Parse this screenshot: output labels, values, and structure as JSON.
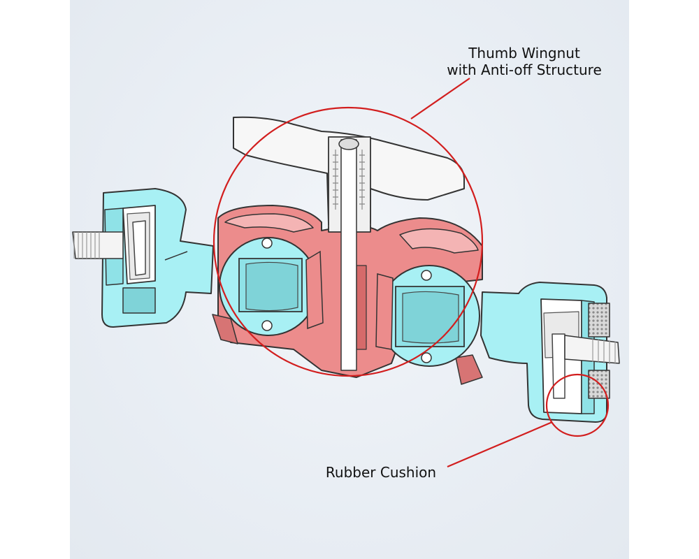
{
  "callouts": {
    "wingnut": {
      "line1": "Thumb Wingnut",
      "line2": "with Anti-off Structure"
    },
    "cushion": {
      "label": "Rubber Cushion"
    }
  },
  "colors": {
    "clamp_arm": "#a8f0f4",
    "clamp_outline": "#333333",
    "body_center": "#ec8c8c",
    "thumb_nut": "#f7f7f7",
    "rubber_pad": "#cfcfcf",
    "callout_circle": "#d21e1e"
  }
}
